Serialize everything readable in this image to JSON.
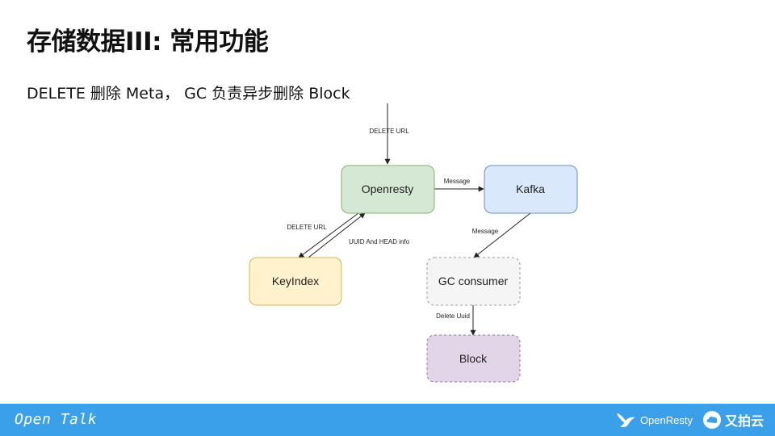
{
  "slide": {
    "title": "存储数据III: 常用功能",
    "subtitle": "DELETE 删除 Meta， GC 负责异步删除 Block"
  },
  "diagram": {
    "nodes": {
      "openresty": {
        "label": "Openresty",
        "fill": "#d5e8d4",
        "stroke": "#82b366"
      },
      "kafka": {
        "label": "Kafka",
        "fill": "#dae8fc",
        "stroke": "#6c8ebf"
      },
      "keyindex": {
        "label": "KeyIndex",
        "fill": "#fff2cc",
        "stroke": "#d6b656"
      },
      "gc_consumer": {
        "label": "GC consumer",
        "fill": "#f5f5f5",
        "stroke": "#999999"
      },
      "block": {
        "label": "Block",
        "fill": "#e1d5e7",
        "stroke": "#9673a6"
      }
    },
    "edges": {
      "delete_url_in": "DELETE URL",
      "message_to_kafka": "Message",
      "delete_url_keyindex": "DELETE URL",
      "uuid_head_info": "UUID And HEAD info",
      "message_to_gc": "Message",
      "delete_uuid": "Delete Uuid"
    }
  },
  "footer": {
    "brand": "Open Talk",
    "logo_openresty": "OpenResty",
    "logo_upyun": "又拍云",
    "bg_color": "#3aa0ea"
  }
}
